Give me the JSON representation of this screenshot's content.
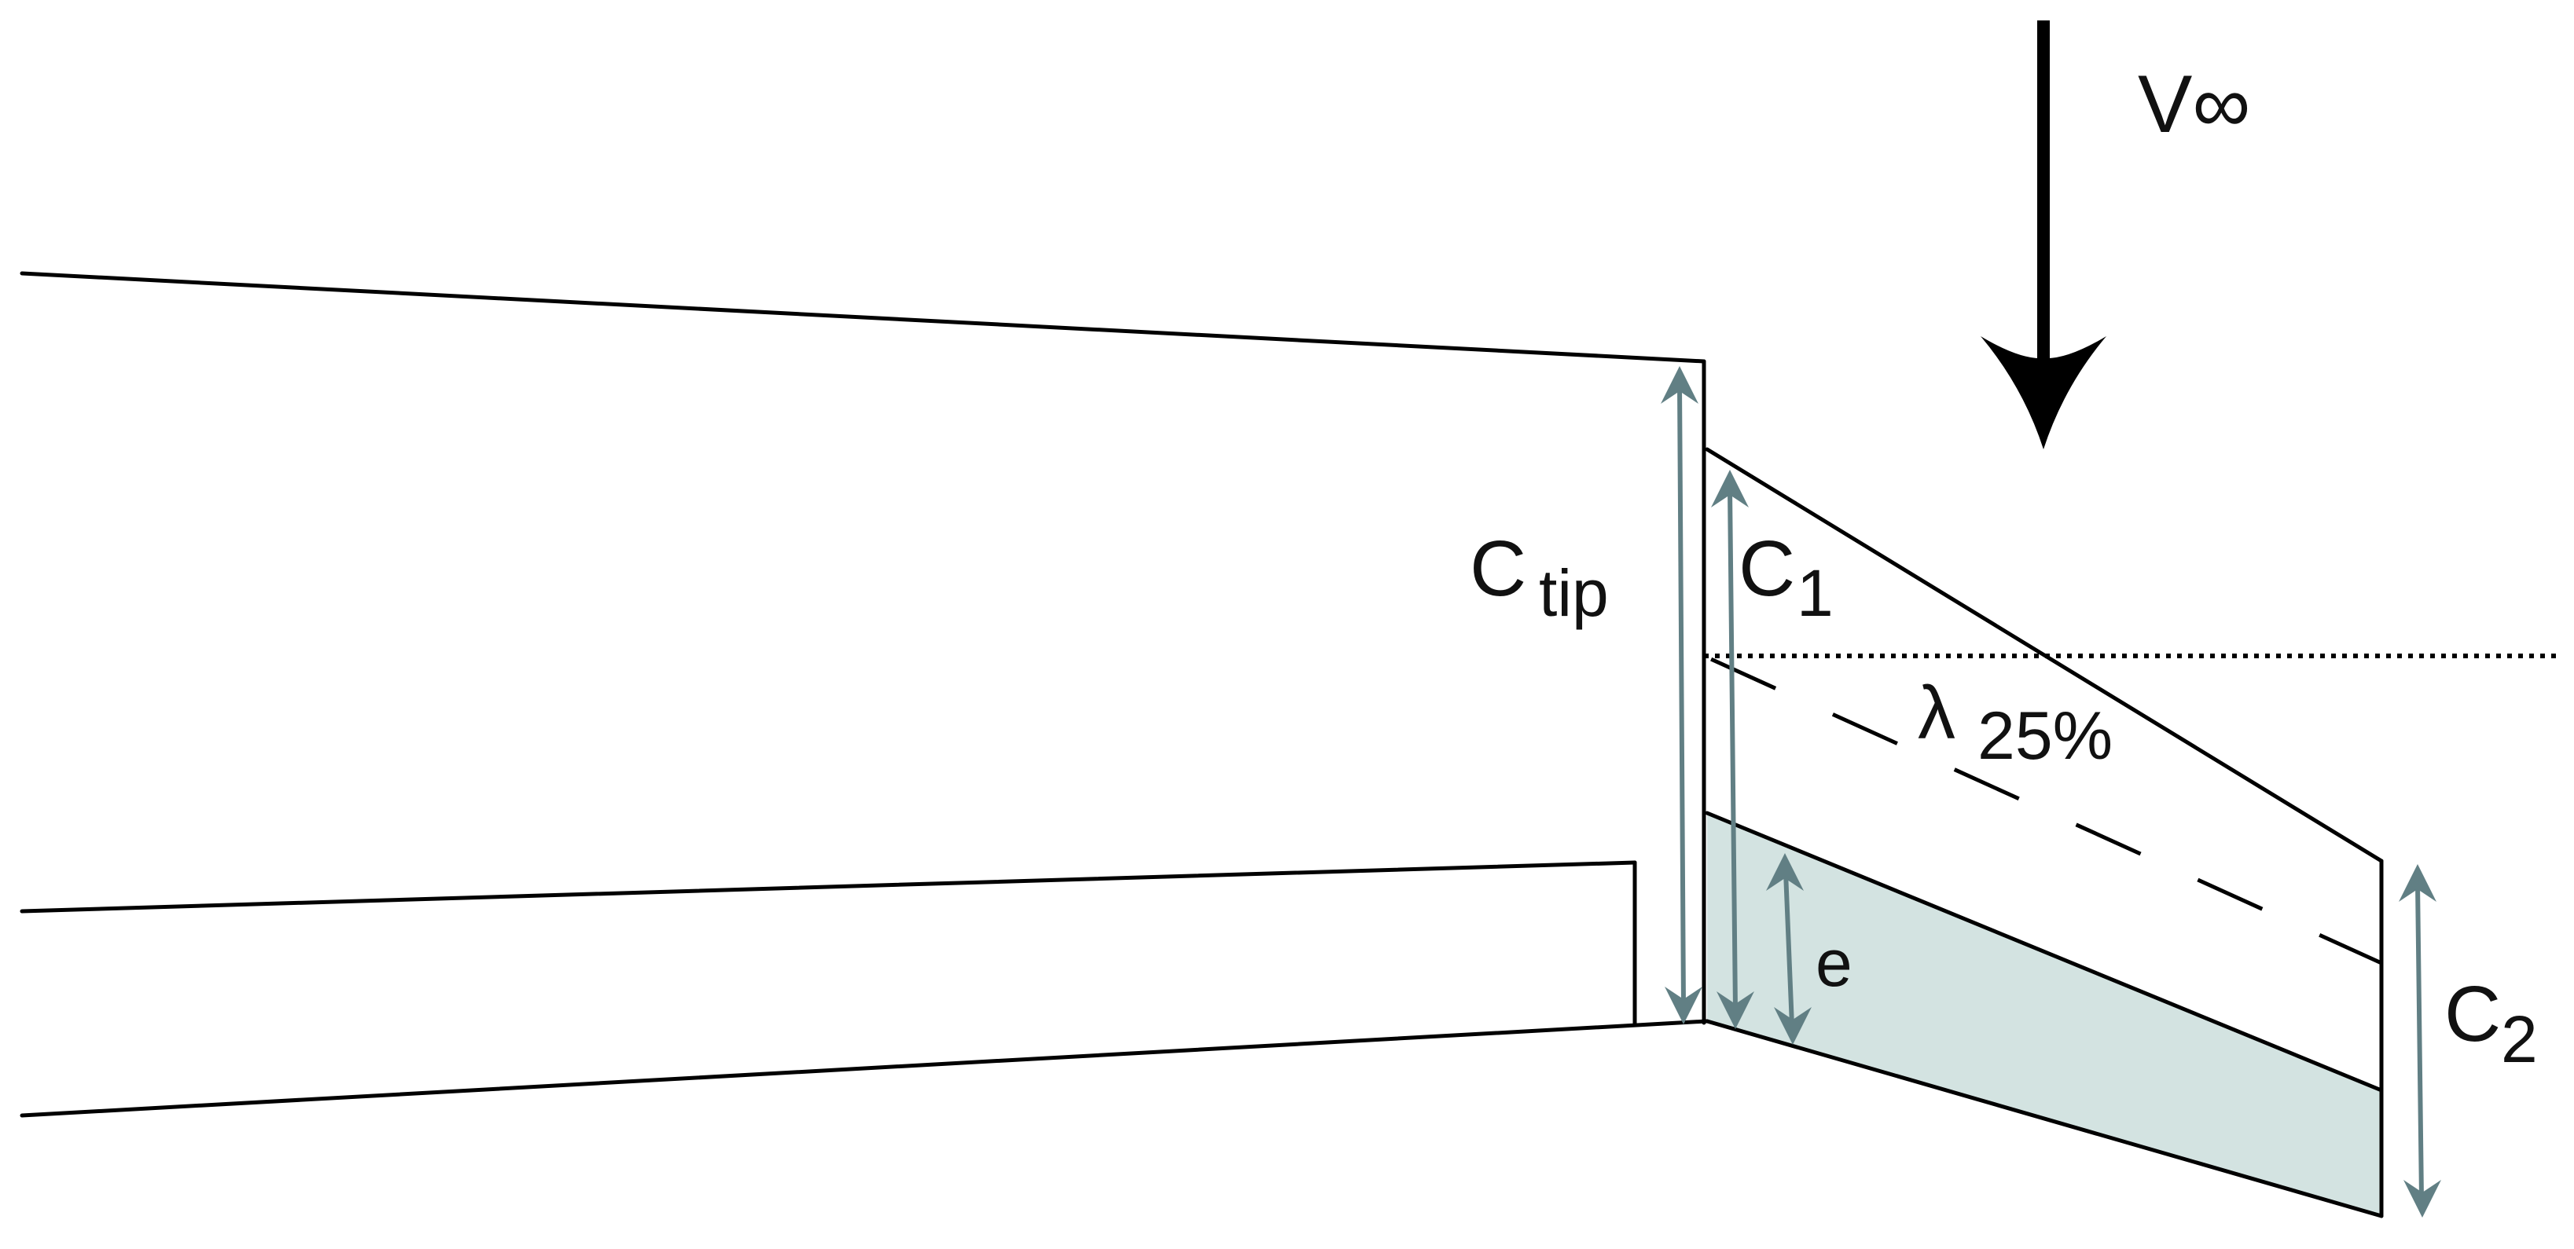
{
  "labels": {
    "freestream": "V∞",
    "c_tip_main": "C",
    "c_tip_sub": "tip",
    "c1_main": "C",
    "c1_sub": "1",
    "sweep_symbol": "λ",
    "sweep_value": "25%",
    "e_label": "e",
    "c2_main": "C",
    "c2_sub": "2"
  },
  "colors": {
    "stroke": "#000000",
    "dimension_arrows": "#617f84",
    "flap_fill": "#d3e3e1"
  }
}
